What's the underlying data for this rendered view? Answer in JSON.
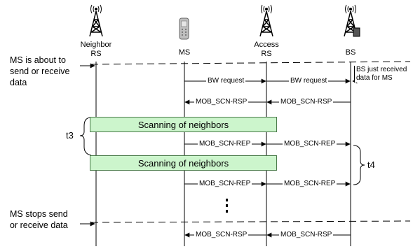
{
  "columns": {
    "neighbor_rs": "Neighbor\nRS",
    "ms": "MS",
    "access_rs": "Access\nRS",
    "bs": "BS"
  },
  "side_notes": {
    "start": "MS is about to\nsend or receive\ndata",
    "stop": "MS stops send\nor receive data"
  },
  "bs_note": "BS just received\ndata for MS",
  "messages": {
    "bw_request": "BW request",
    "scn_rsp": "MOB_SCN-RSP",
    "scn_rep": "MOB_SCN-REP"
  },
  "scan_label": "Scanning of neighbors",
  "braces": {
    "t3": "t3",
    "t4": "t4"
  },
  "icons": [
    "neighbor-tower-icon",
    "mobile-phone-icon",
    "access-tower-icon",
    "bs-tower-icon"
  ],
  "colors": {
    "scan_fill": "#ccf5cc"
  }
}
